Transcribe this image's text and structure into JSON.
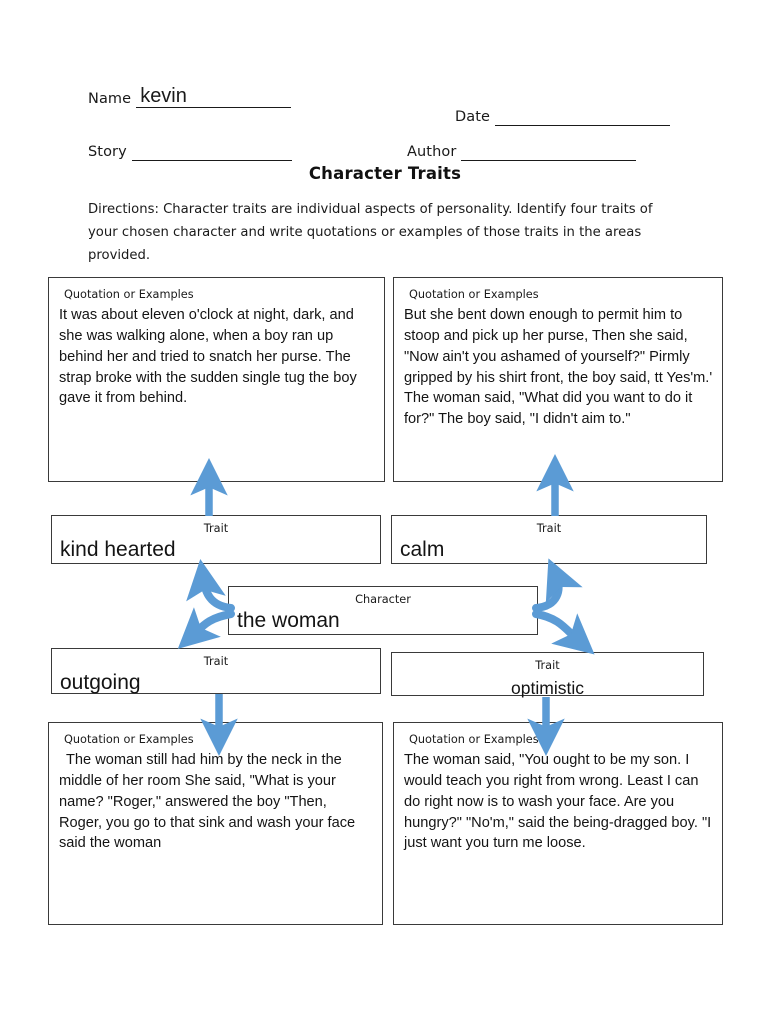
{
  "header": {
    "name_label": "Name",
    "name_value": "kevin",
    "date_label": "Date",
    "date_value": "",
    "story_label": "Story",
    "story_value": "",
    "author_label": "Author",
    "author_value": ""
  },
  "title": "Character Traits",
  "directions": "Directions: Character traits are individual aspects of personality. Identify four traits of your chosen character and write quotations or examples of those traits in the areas provided.",
  "captions": {
    "quotation": "Quotation or Examples",
    "trait": "Trait",
    "character": "Character"
  },
  "character": {
    "value": "the woman"
  },
  "traits": [
    {
      "id": "kind-hearted",
      "value": "kind hearted",
      "align": "left"
    },
    {
      "id": "calm",
      "value": "calm",
      "align": "left"
    },
    {
      "id": "outgoing",
      "value": "outgoing",
      "align": "left"
    },
    {
      "id": "optimistic",
      "value": "optimistic",
      "align": "center"
    }
  ],
  "quotations": [
    {
      "id": "top-left",
      "text": "It was about eleven o'clock at night, dark, and she was walking alone, when a boy ran up behind her and tried to snatch her purse. The strap broke with the sudden single tug the boy gave it from behind."
    },
    {
      "id": "top-right",
      "text": "But she bent down enough to permit him to stoop and pick up her purse, Then she said, \"Now ain't you ashamed of yourself?\" Pirmly gripped by his shirt front, the boy said, tt Yes'm.' The woman said, \"What did you want to do it for?\" The boy said, \"I didn't aim to.\""
    },
    {
      "id": "bottom-left",
      "text": "The woman still had him by the neck in the middle of her room She said, \"What is your name? \"Roger,\" answered the boy \"Then, Roger, you go to that sink and wash your face said the woman"
    },
    {
      "id": "bottom-right",
      "text": "The woman said, \"You ought to be my son. I would teach you right from wrong. Least I can do right now is to wash your face. Are you hungry?\" \"No'm,\" said the being-dragged boy. \"I just want you turn me loose."
    }
  ],
  "colors": {
    "arrow_blue": "#5B9BD5",
    "box_border": "#3a3a3a",
    "text": "#141414",
    "page_background": "#ffffff"
  }
}
